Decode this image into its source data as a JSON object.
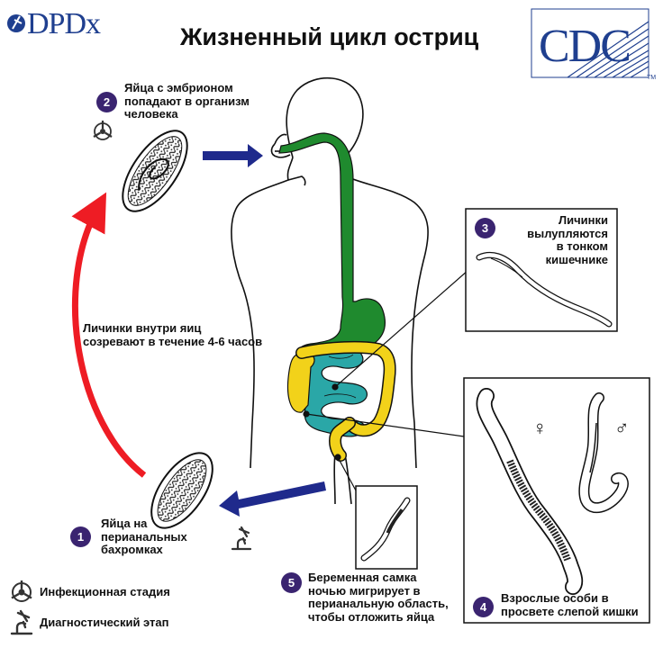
{
  "title": "Жизненный цикл остриц",
  "logos": {
    "left": "DPDx",
    "right": "CDC",
    "right_mark": "TM"
  },
  "stages": [
    {
      "number": "1",
      "lines": [
        "Яйца на",
        "перианальных",
        "бахромках"
      ]
    },
    {
      "number": "2",
      "lines": [
        "Яйца с эмбрионом",
        "попадают в организм",
        "человека"
      ]
    },
    {
      "number": "3",
      "lines": [
        "Личинки",
        "вылупляются",
        "в тонком",
        "кишечнике"
      ]
    },
    {
      "number": "4",
      "lines": [
        "Взрослые особи в",
        "просвете слепой кишки"
      ]
    },
    {
      "number": "5",
      "lines": [
        "Беременная самка",
        "ночью мигрирует в",
        "перианальную область,",
        "чтобы отложить яйца"
      ]
    }
  ],
  "maturation_note": [
    "Личинки внутри яиц",
    "созревают в течение 4-6 часов"
  ],
  "sex_symbols": {
    "female": "♀",
    "male": "♂"
  },
  "legend": [
    {
      "icon": "biohazard-icon",
      "label": "Инфекционная стадия"
    },
    {
      "icon": "microscope-icon",
      "label": "Диагностический этап"
    }
  ],
  "colors": {
    "accent": "#3a2470",
    "cycle_arrow": "#ee1c24",
    "flow_arrow": "#1f2a8c",
    "digestive_tract": "#1f8a2e",
    "small_intestine": "#2aa7a7",
    "large_intestine": "#f2d21a",
    "logo_blue": "#1f3f8f"
  }
}
